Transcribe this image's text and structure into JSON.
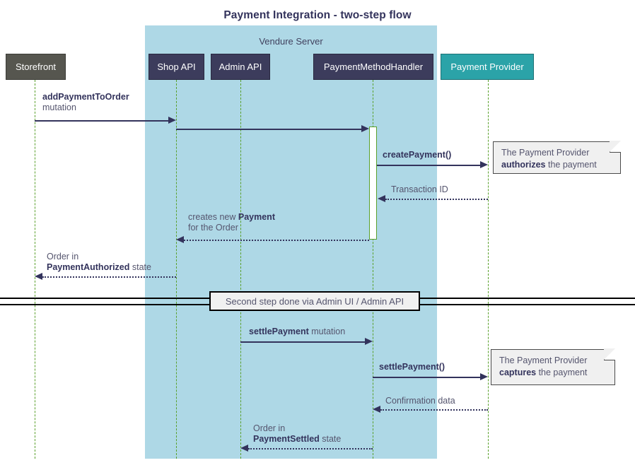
{
  "title": "Payment Integration - two-step flow",
  "colors": {
    "group_bg": "#aed8e6",
    "participant_dark": "#3c3c5c",
    "participant_gray": "#56564f",
    "participant_teal": "#2ba3a8",
    "lifeline": "#5aa02c",
    "message": "#33335c",
    "note_bg": "#f0f0f0"
  },
  "group": {
    "label": "Vendure Server"
  },
  "participants": [
    {
      "name": "storefront",
      "label": "Storefront",
      "style": "gray"
    },
    {
      "name": "shop-api",
      "label": "Shop API",
      "style": "dark"
    },
    {
      "name": "admin-api",
      "label": "Admin API",
      "style": "dark"
    },
    {
      "name": "payment-method-handler",
      "label": "PaymentMethodHandler",
      "style": "dark"
    },
    {
      "name": "payment-provider",
      "label": "Payment Provider",
      "style": "teal"
    }
  ],
  "messages": [
    {
      "name": "add-payment-to-order",
      "label_bold": "addPaymentToOrder",
      "label_plain": "mutation",
      "from": "storefront",
      "to": "shop-api",
      "kind": "call"
    },
    {
      "name": "shop-api-to-handler",
      "label_bold": "",
      "label_plain": "",
      "from": "shop-api",
      "to": "payment-method-handler",
      "kind": "call"
    },
    {
      "name": "create-payment",
      "label_bold": "createPayment()",
      "label_plain": "",
      "from": "payment-method-handler",
      "to": "payment-provider",
      "kind": "call"
    },
    {
      "name": "transaction-id",
      "label_bold": "",
      "label_plain": "Transaction ID",
      "from": "payment-provider",
      "to": "payment-method-handler",
      "kind": "return"
    },
    {
      "name": "creates-new-payment",
      "label_line1_plain": "creates new ",
      "label_line1_bold": "Payment",
      "label_line2_plain": "for the Order",
      "from": "payment-method-handler",
      "to": "shop-api",
      "kind": "return"
    },
    {
      "name": "order-payment-authorized",
      "label_line1_plain": "Order in",
      "label_line2_bold": "PaymentAuthorized",
      "label_line2_plain": " state",
      "from": "shop-api",
      "to": "storefront",
      "kind": "return"
    },
    {
      "name": "settle-payment-mutation",
      "label_bold": "settlePayment",
      "label_plain": " mutation",
      "from": "admin-api",
      "to": "payment-method-handler",
      "kind": "call"
    },
    {
      "name": "settle-payment-call",
      "label_bold": "settlePayment()",
      "label_plain": "",
      "from": "payment-method-handler",
      "to": "payment-provider",
      "kind": "call"
    },
    {
      "name": "confirmation-data",
      "label_bold": "",
      "label_plain": "Confirmation data",
      "from": "payment-provider",
      "to": "payment-method-handler",
      "kind": "return"
    },
    {
      "name": "order-payment-settled",
      "label_line1_plain": "Order in",
      "label_line2_bold": "PaymentSettled",
      "label_line2_plain": " state",
      "from": "payment-method-handler",
      "to": "admin-api",
      "kind": "return"
    }
  ],
  "notes": [
    {
      "name": "note-authorizes",
      "line1": "The Payment Provider",
      "line2_bold": "authorizes",
      "line2_plain": " the payment"
    },
    {
      "name": "note-captures",
      "line1": "The Payment Provider",
      "line2_bold": "captures",
      "line2_plain": " the payment"
    }
  ],
  "divider": {
    "label": "Second step done via Admin UI / Admin API"
  }
}
